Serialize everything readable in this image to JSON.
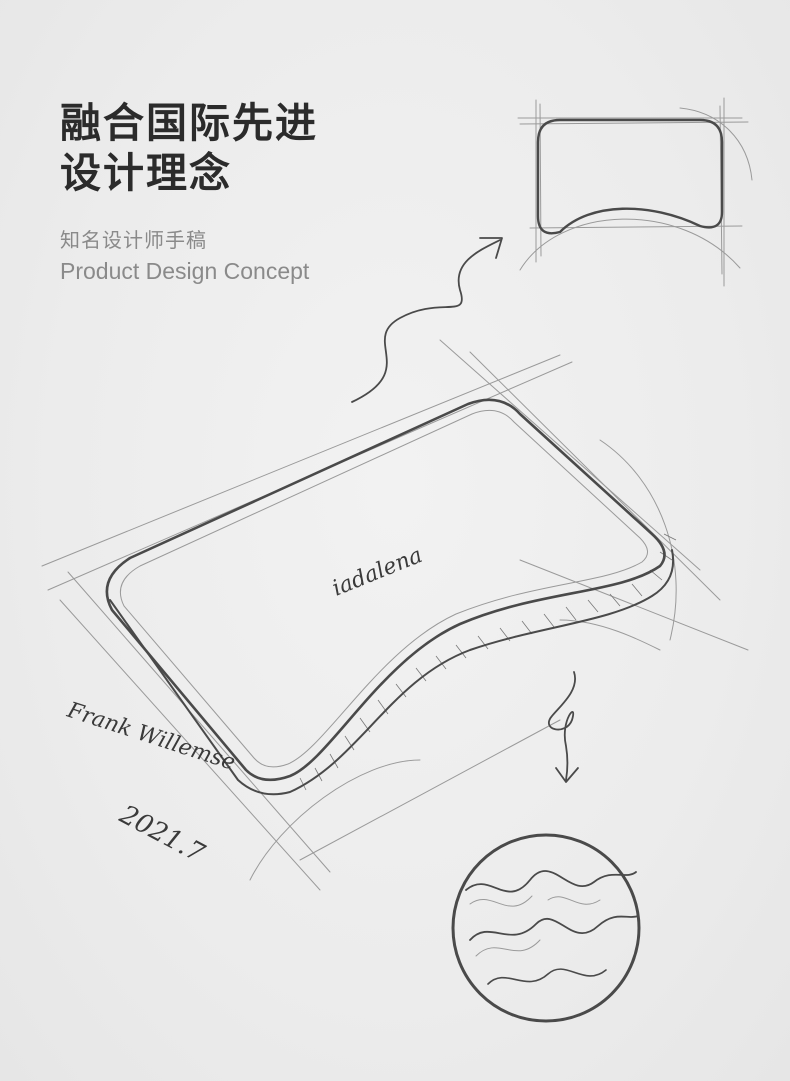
{
  "headline": {
    "line1": "融合国际先进",
    "line2": "设计理念"
  },
  "subtitle": {
    "cn": "知名设计师手稿",
    "en": "Product Design Concept"
  },
  "sketch": {
    "brand_mark": "iadalena",
    "signature": "Frank Willemse",
    "date": "2021.7"
  }
}
